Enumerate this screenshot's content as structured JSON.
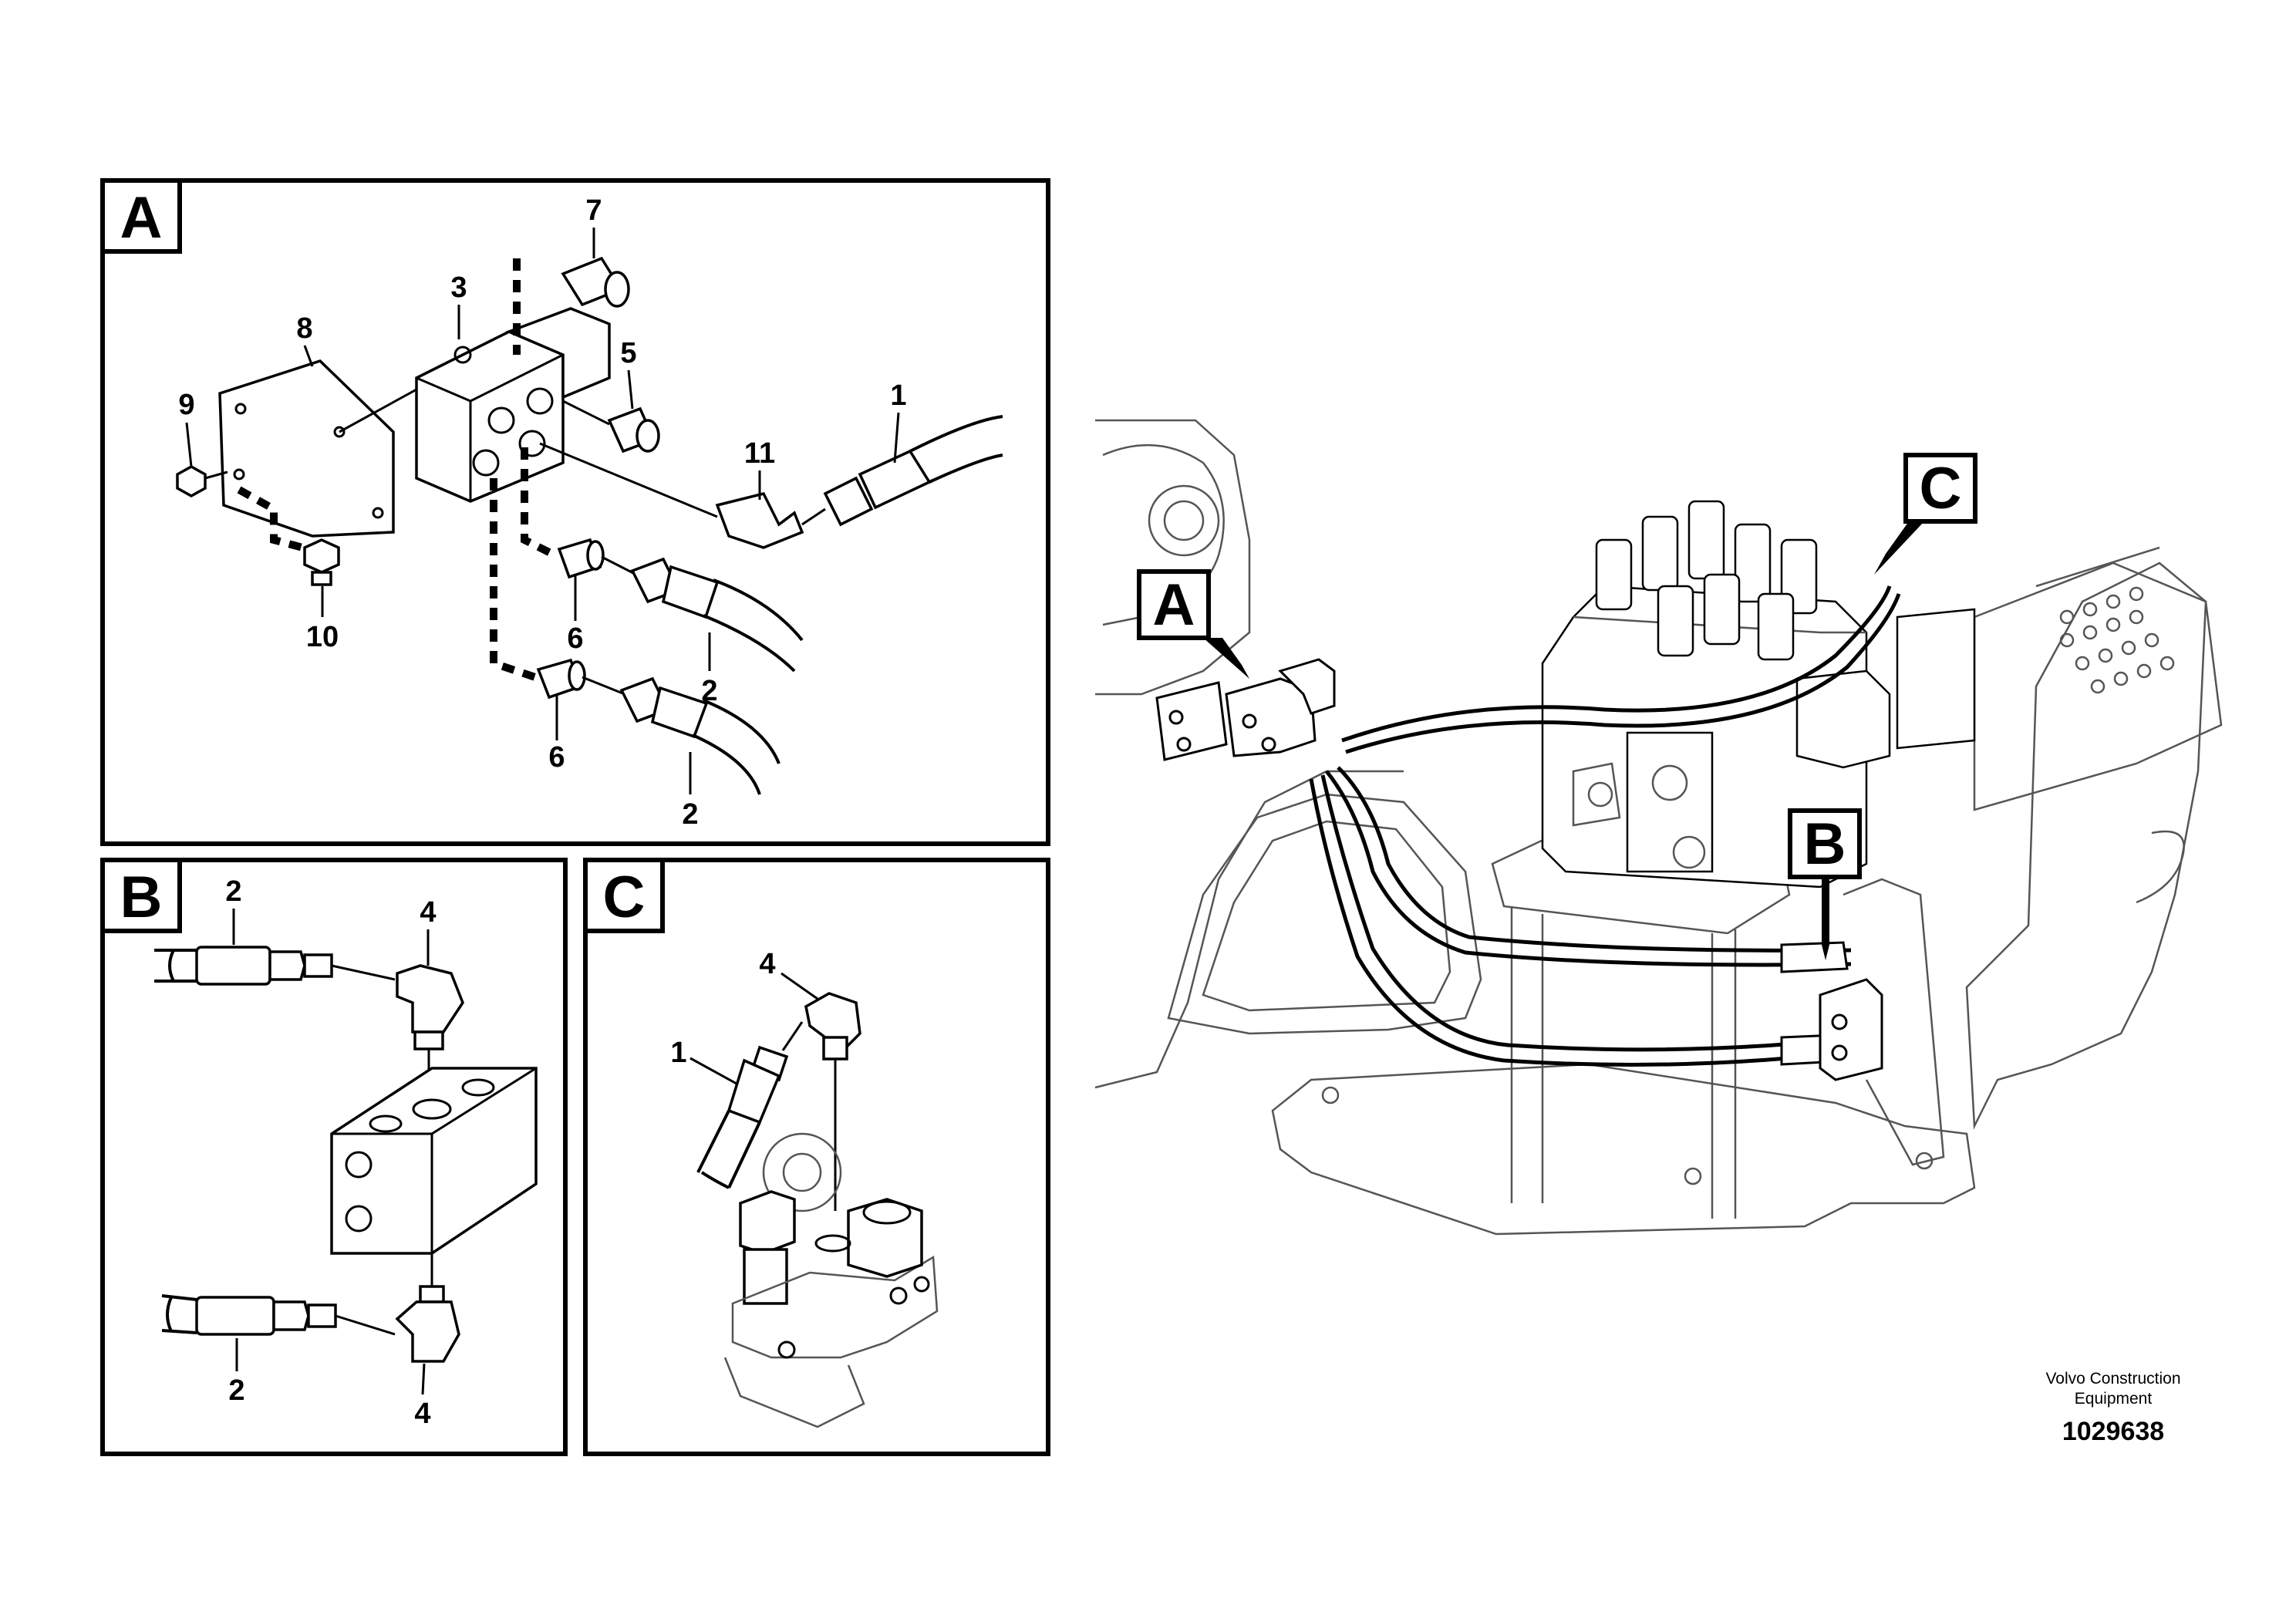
{
  "panels": {
    "a": {
      "letter": "A"
    },
    "b": {
      "letter": "B"
    },
    "c": {
      "letter": "C"
    }
  },
  "callouts_a": {
    "p1": "1",
    "p2a": "2",
    "p2b": "2",
    "p3": "3",
    "p5": "5",
    "p6a": "6",
    "p6b": "6",
    "p7": "7",
    "p8": "8",
    "p9": "9",
    "p10": "10",
    "p11": "11"
  },
  "callouts_b": {
    "p2a": "2",
    "p4a": "4",
    "p2b": "2",
    "p4b": "4"
  },
  "callouts_c": {
    "p4": "4",
    "p1": "1"
  },
  "overview": {
    "label_a": "A",
    "label_b": "B",
    "label_c": "C"
  },
  "credit": {
    "maker": "Volvo Construction\nEquipment",
    "doc_number": "1029638"
  }
}
